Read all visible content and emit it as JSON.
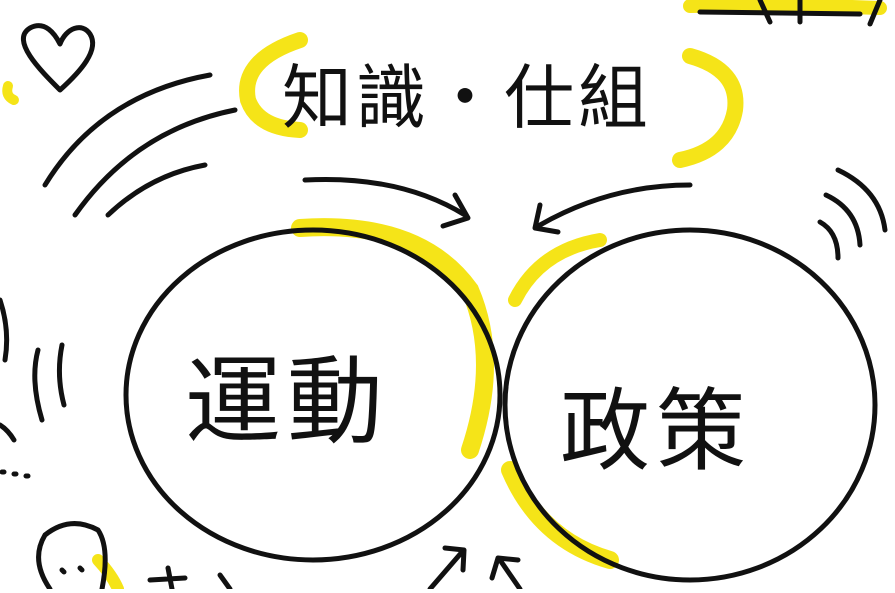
{
  "diagram": {
    "top_label": "知識・仕組",
    "left_circle_label": "運動",
    "right_circle_label": "政策"
  },
  "colors": {
    "ink": "#111111",
    "highlight": "#f5e418",
    "background": "#ffffff"
  },
  "icons": [
    "heart-icon",
    "person-face-icon"
  ]
}
